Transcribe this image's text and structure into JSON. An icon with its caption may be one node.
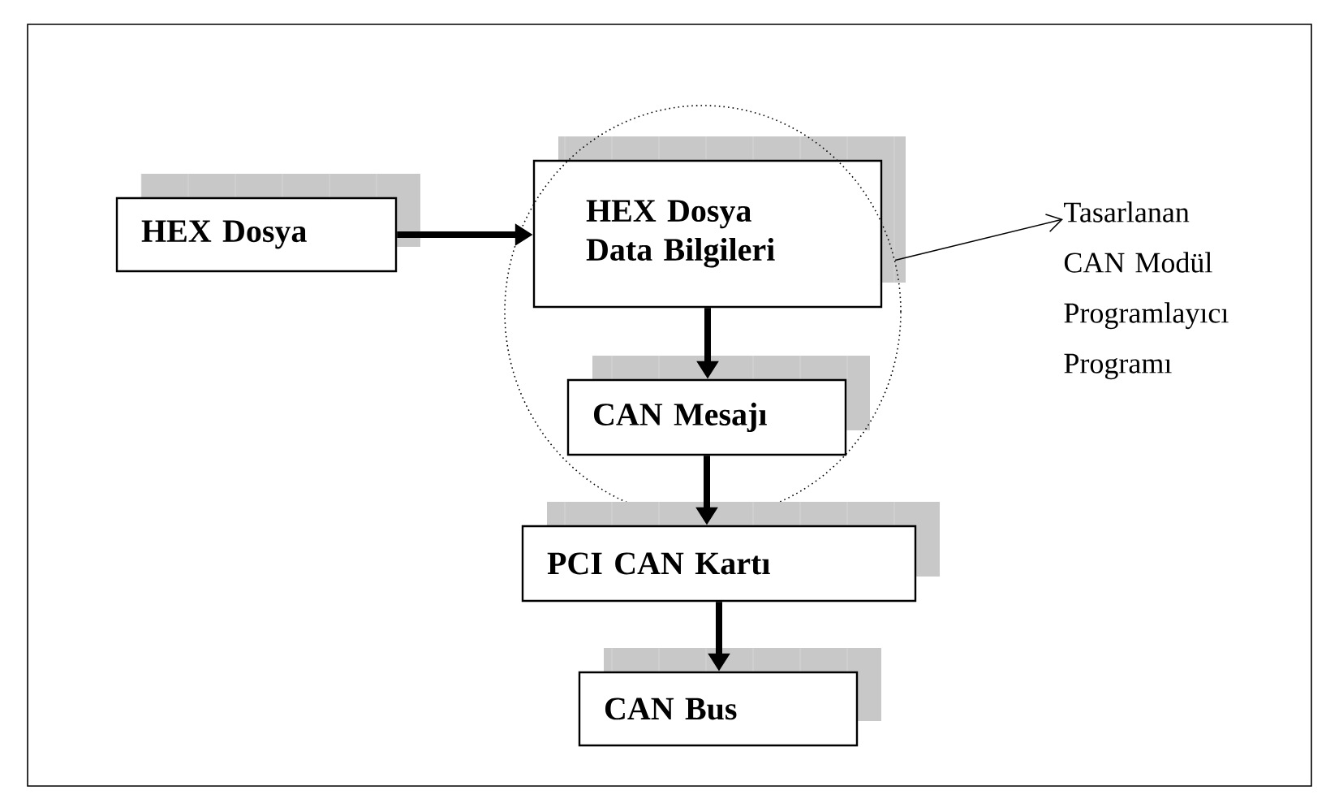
{
  "diagram": {
    "nodes": [
      {
        "text": [
          "HEX Dosya"
        ]
      },
      {
        "text": [],
        "shape": "ellipse"
      },
      {
        "text": [
          "HEX Dosya Data Bilgileri"
        ],
        "in": 1
      },
      {
        "text": [
          "CAN Mesajı"
        ],
        "in": 1
      },
      {
        "text": [
          "PCI CAN Kartı"
        ]
      },
      {
        "text": [
          "CAN Bus"
        ]
      },
      {
        "text": [
          "Tasarlanan CAN Modül Programlayıcı Programı"
        ]
      }
    ],
    "edges": [
      {
        "from": 0,
        "to": 2,
        "arrow": "to"
      },
      {
        "from": 2,
        "to": 3,
        "arrow": "to"
      },
      {
        "from": 3,
        "to": 4,
        "arrow": "to"
      },
      {
        "from": 4,
        "to": 5,
        "arrow": "to"
      },
      {
        "from": 1,
        "to": 6,
        "arrow": "to"
      }
    ]
  }
}
